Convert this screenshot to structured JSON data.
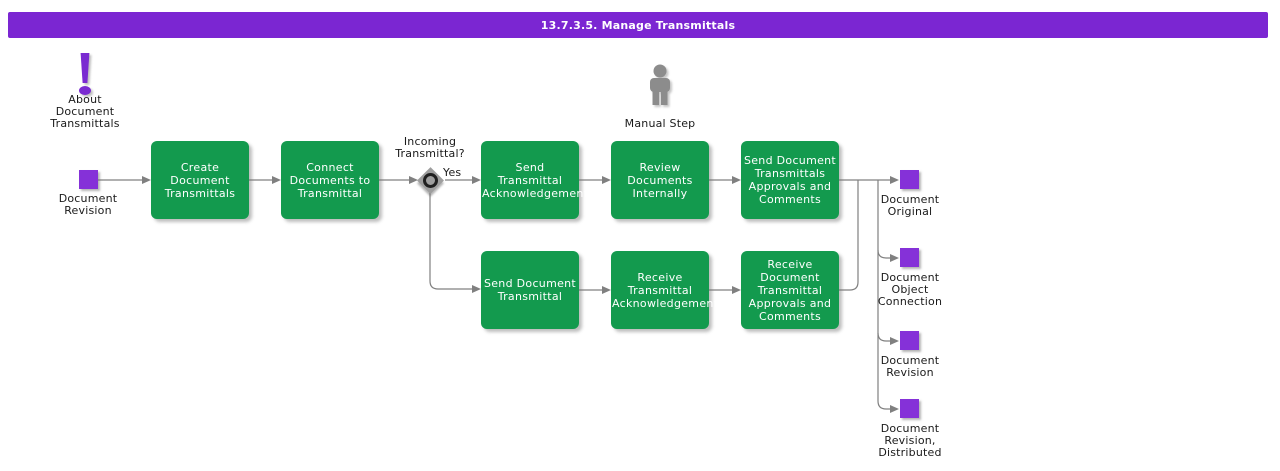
{
  "header": {
    "title": "13.7.3.5. Manage Transmittals"
  },
  "palette": {
    "header_purple": "#7b26d2",
    "object_purple": "#8531d8",
    "activity_green": "#139a4e",
    "connector_gray": "#808080",
    "icon_gray": "#8c8c8c",
    "diamond_gray": "#9e9e9e",
    "label_color": "#1a1a1a"
  },
  "annotations": {
    "about": {
      "icon": "exclamation-icon",
      "label": "About Document Transmittals"
    },
    "manual_step": {
      "icon": "person-icon",
      "label": "Manual Step"
    }
  },
  "inputs": [
    {
      "icon": "purple-square-icon",
      "label": "Document Revision"
    }
  ],
  "decision": {
    "question": "Incoming Transmittal?",
    "yes_label": "Yes"
  },
  "activities": [
    {
      "label": "Create Document Transmittals"
    },
    {
      "label": "Connect Documents to Transmittal"
    },
    {
      "label": "Send Transmittal Acknowledgement"
    },
    {
      "label": "Review Documents Internally"
    },
    {
      "label": "Send Document Transmittals Approvals and Comments"
    },
    {
      "label": "Send Document Transmittal"
    },
    {
      "label": "Receive Transmittal Acknowledgement"
    },
    {
      "label": "Receive Document Transmittal Approvals and Comments"
    }
  ],
  "outputs": [
    {
      "icon": "purple-square-icon",
      "label": "Document Original"
    },
    {
      "icon": "purple-square-icon",
      "label": "Document Object Connection"
    },
    {
      "icon": "purple-square-icon",
      "label": "Document Revision"
    },
    {
      "icon": "purple-square-icon",
      "label": "Document Revision, Distributed"
    }
  ]
}
